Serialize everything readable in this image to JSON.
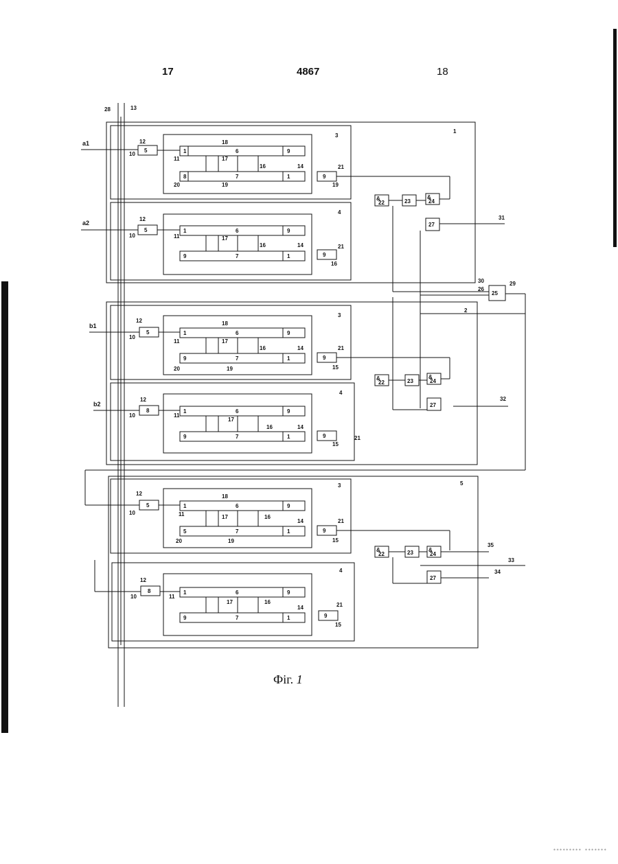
{
  "header": {
    "page_left": "17",
    "page_center": "4867",
    "page_right": "18"
  },
  "caption": {
    "prefix": "Фіг.",
    "number": "1"
  },
  "inputs": [
    "a1",
    "a2",
    "b1",
    "b2"
  ],
  "units": [
    {
      "id": "1",
      "blocks": [
        "3",
        "4"
      ]
    },
    {
      "id": "2",
      "blocks": [
        "3",
        "4"
      ]
    },
    {
      "id": "5",
      "blocks": [
        "3",
        "4"
      ]
    }
  ],
  "outputs": [
    "31",
    "32",
    "33",
    "34",
    "35"
  ],
  "bus_labels": [
    "28",
    "13"
  ],
  "side_block": {
    "id": "25",
    "labels": [
      "29",
      "30",
      "26"
    ]
  },
  "footer": "********* *******"
}
